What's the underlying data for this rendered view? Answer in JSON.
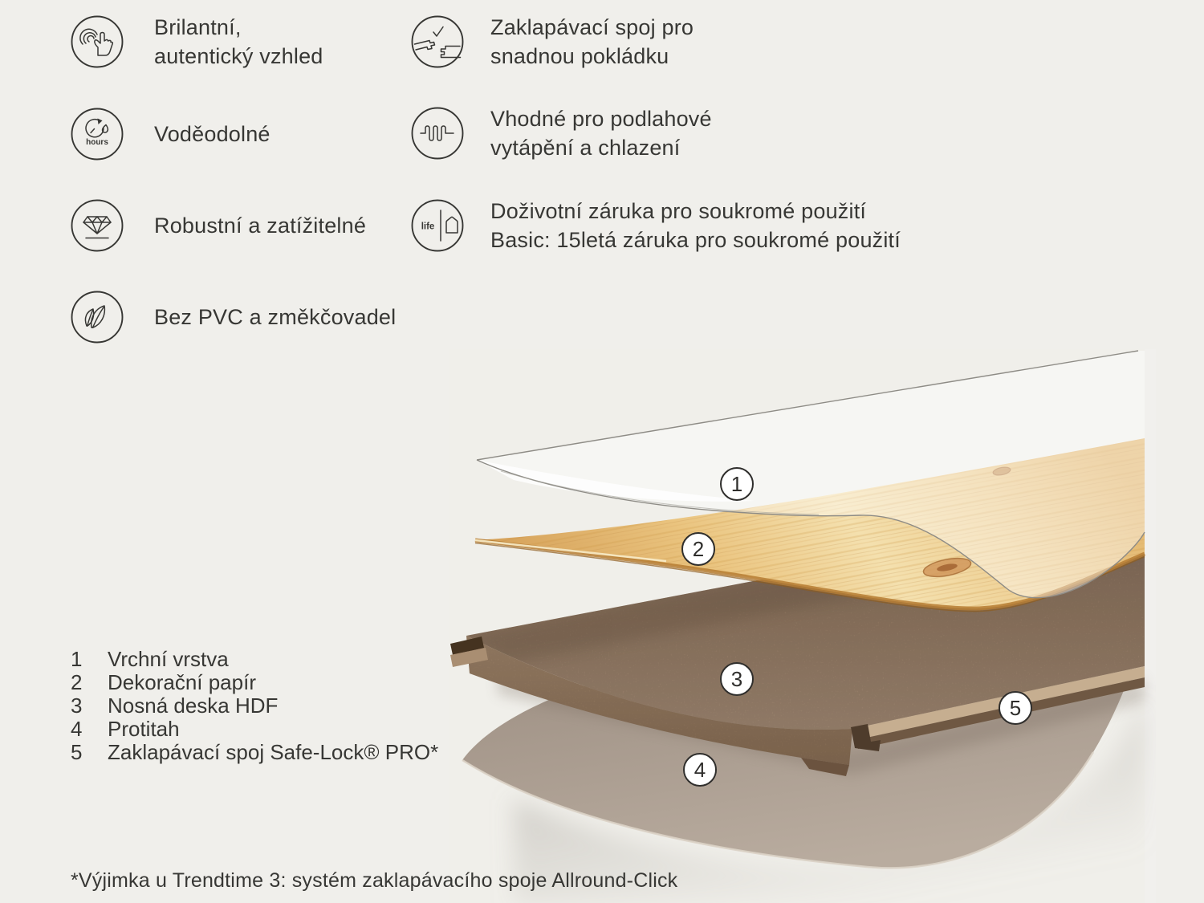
{
  "features": {
    "left": [
      {
        "icon": "touch-icon",
        "lines": [
          "Brilantní,",
          "autentický vzhled"
        ]
      },
      {
        "icon": "hours-icon",
        "lines": [
          "Voděodolné"
        ]
      },
      {
        "icon": "diamond-icon",
        "lines": [
          "Robustní a zatížitelné"
        ]
      },
      {
        "icon": "leaves-icon",
        "lines": [
          "Bez PVC a změkčovadel"
        ]
      }
    ],
    "right": [
      {
        "icon": "click-joint-icon",
        "lines": [
          "Zaklapávací spoj pro",
          "snadnou pokládku"
        ]
      },
      {
        "icon": "floor-heating-icon",
        "lines": [
          "Vhodné pro podlahové",
          "vytápění a chlazení"
        ]
      },
      {
        "icon": "lifetime-warranty-icon",
        "lines": [
          "Doživotní záruka pro soukromé použití",
          "Basic: 15letá záruka pro soukromé použití"
        ]
      }
    ],
    "icon_text": {
      "hours": "hours",
      "life": "life"
    }
  },
  "diagram": {
    "description": "Exploded view of laminate floor plank layers",
    "badges": [
      {
        "number": "1"
      },
      {
        "number": "2"
      },
      {
        "number": "3"
      },
      {
        "number": "4"
      },
      {
        "number": "5"
      }
    ]
  },
  "legend": {
    "items": [
      {
        "number": "1",
        "label": "Vrchní vrstva"
      },
      {
        "number": "2",
        "label": "Dekorační papír"
      },
      {
        "number": "3",
        "label": "Nosná deska HDF"
      },
      {
        "number": "4",
        "label": "Protitah"
      },
      {
        "number": "5",
        "label": "Zaklapávací spoj Safe-Lock® PRO*"
      }
    ]
  },
  "footnote": "*Výjimka u Trendtime 3: systém zaklapávacího spoje Allround-Click",
  "colors": {
    "background": "#f0efeb",
    "text": "#373734",
    "wood_decor": "#e8c37c",
    "hdf_board": "#a18770",
    "backing_sheet": "#a79a8d",
    "badge_border": "#2f2e2c"
  }
}
